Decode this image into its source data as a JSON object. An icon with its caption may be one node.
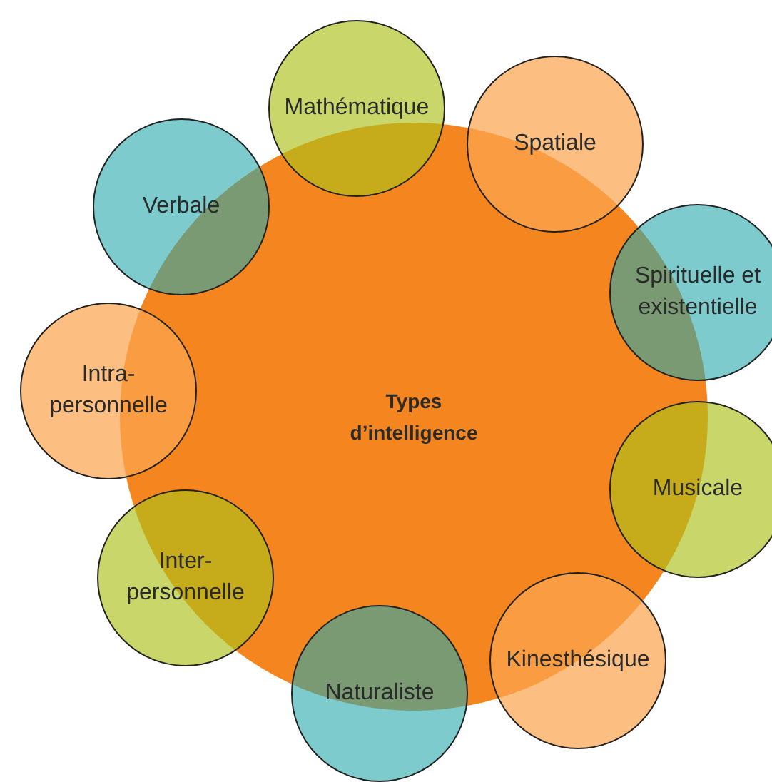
{
  "diagram": {
    "nodes": [
      {
        "text": [
          "Types d’intelligence"
        ]
      },
      {
        "text": [
          "Mathématique"
        ]
      },
      {
        "text": [
          "Spatiale"
        ]
      },
      {
        "text": [
          "Spirituelle et existentielle"
        ]
      },
      {
        "text": [
          "Musicale"
        ]
      },
      {
        "text": [
          "Kinesthésique"
        ]
      },
      {
        "text": [
          "Naturaliste"
        ]
      },
      {
        "text": [
          "Inter- personnelle"
        ]
      },
      {
        "text": [
          "Intra- personnelle"
        ]
      },
      {
        "text": [
          "Verbale"
        ]
      }
    ],
    "edges": []
  }
}
